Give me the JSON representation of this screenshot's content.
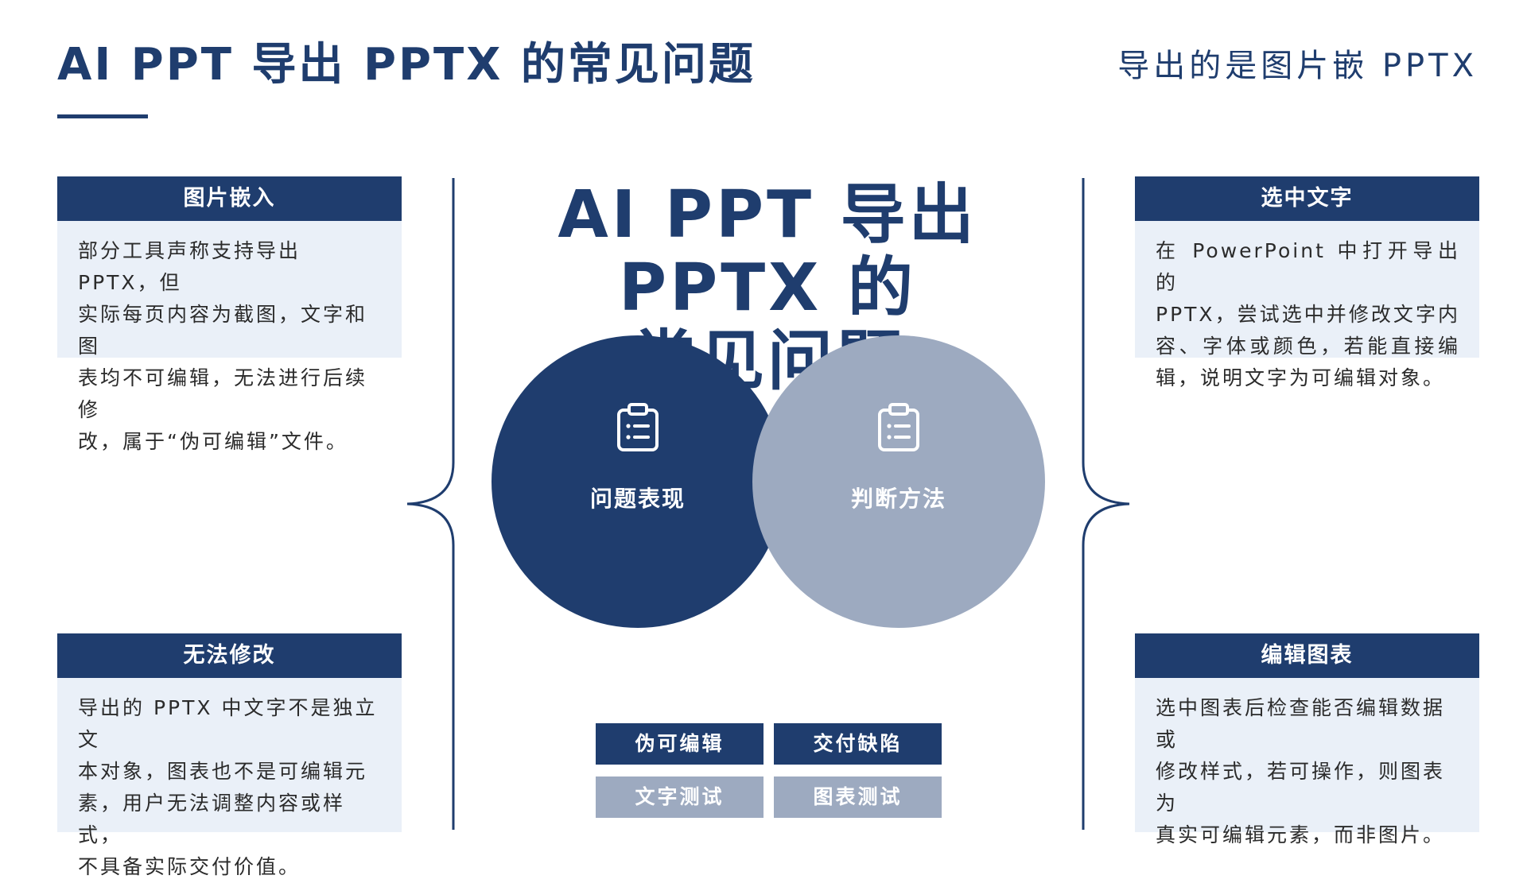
{
  "title": "AI PPT 导出 PPTX 的常见问题",
  "top_right_label": "导出的是图片嵌 PPTX",
  "center": {
    "heading_line1": "AI PPT 导出 PPTX 的",
    "heading_line2": "常见问题",
    "circle_left_label": "问题表现",
    "circle_right_label": "判断方法",
    "icons": [
      "clipboard-list-icon",
      "clipboard-list-icon"
    ]
  },
  "cards": {
    "top_left": {
      "header": "图片嵌入",
      "lines": [
        "部分工具声称支持导出 PPTX，但",
        "实际每页内容为截图，文字和图",
        "表均不可编辑，无法进行后续修",
        "改，属于“伪可编辑”文件。"
      ]
    },
    "bottom_left": {
      "header": "无法修改",
      "lines": [
        "导出的 PPTX 中文字不是独立文",
        "本对象，图表也不是可编辑元",
        "素，用户无法调整内容或样式，",
        "不具备实际交付价值。"
      ]
    },
    "top_right": {
      "header": "选中文字",
      "lines": [
        "在 PowerPoint 中打开导出的",
        "PPTX，尝试选中并修改文字内",
        "容、字体或颜色，若能直接编",
        "辑，说明文字为可编辑对象。"
      ]
    },
    "bottom_right": {
      "header": "编辑图表",
      "lines": [
        "选中图表后检查能否编辑数据或",
        "修改样式，若可操作，则图表为",
        "真实可编辑元素，而非图片。"
      ]
    }
  },
  "tags": [
    "伪可编辑",
    "交付缺陷",
    "文字测试",
    "图表测试"
  ],
  "colors": {
    "primary": "#1f3d6e",
    "secondary": "#9daac0",
    "card_bg": "#eaf0f8"
  }
}
